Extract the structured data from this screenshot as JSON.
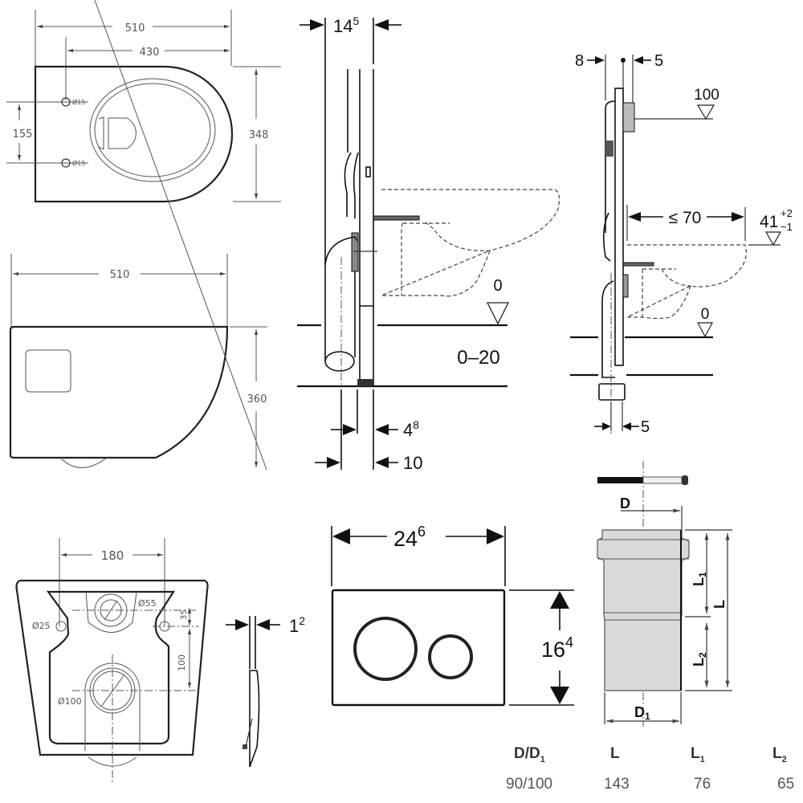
{
  "top_view": {
    "width_overall": "510",
    "width_to_holes": "430",
    "hole_spacing": "155",
    "depth": "348",
    "hole_top_label": "Ø15",
    "hole_bottom_label": "Ø15"
  },
  "side_view": {
    "width": "510",
    "height": "360"
  },
  "rear_view": {
    "bolt_spacing": "180",
    "inlet_label": "Ø55",
    "bolt_label": "Ø25",
    "inlet_offset": "35",
    "outlet_offset": "100",
    "outlet_label": "Ø100"
  },
  "frame_section_1": {
    "depth_base": "14",
    "depth_sup": "5",
    "floor_level": "0",
    "floor_build_up": "0–20",
    "pipe_offset_base": "4",
    "pipe_offset_sup": "8",
    "pipe_center": "10"
  },
  "frame_section_2": {
    "left_offset": "8",
    "right_offset": "5",
    "plate_height": "100",
    "projection": "≤ 70",
    "seat_height": "41",
    "seat_tol_plus": "+2",
    "seat_tol_minus": "−1",
    "floor_level": "0",
    "outlet_offset": "5"
  },
  "flush_plate": {
    "side_depth_base": "1",
    "side_depth_sup": "2",
    "width_base": "24",
    "width_sup": "6",
    "height_base": "16",
    "height_sup": "4"
  },
  "pipe_connector": {
    "label_D": "D",
    "label_D1": "D",
    "label_D1_sub": "1",
    "label_L": "L",
    "label_L1": "L",
    "label_L1_sub": "1",
    "label_L2": "L",
    "label_L2_sub": "2",
    "fill_color": "#d9d9d9"
  },
  "spec_table": {
    "headers": [
      {
        "base": "D/D",
        "sub": "1"
      },
      {
        "base": "L",
        "sub": ""
      },
      {
        "base": "L",
        "sub": "1"
      },
      {
        "base": "L",
        "sub": "2"
      }
    ],
    "row": [
      "90/100",
      "143",
      "76",
      "65"
    ]
  }
}
